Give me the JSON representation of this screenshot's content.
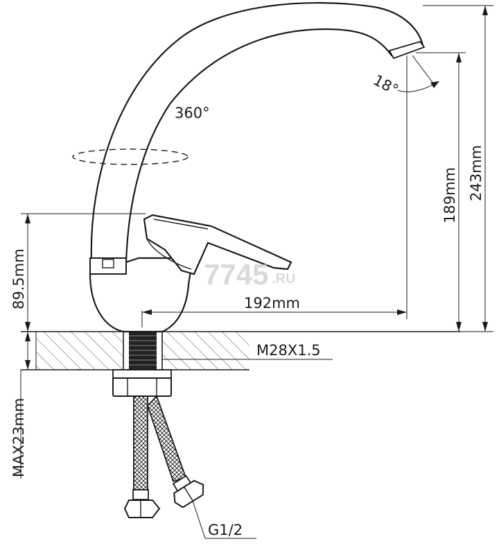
{
  "labels": {
    "rotation": "360°",
    "angle": "18°",
    "height_total": "243mm",
    "height_spout": "189mm",
    "height_body": "89.5mm",
    "reach": "192mm",
    "thread": "M28X1.5",
    "max_thickness": "MAX23mm",
    "connection": "G1/2"
  },
  "watermark": {
    "brand": "7745",
    "suffix": ".RU"
  },
  "colors": {
    "line": "#1a1a1a",
    "watermark": "#d9d9d9"
  }
}
